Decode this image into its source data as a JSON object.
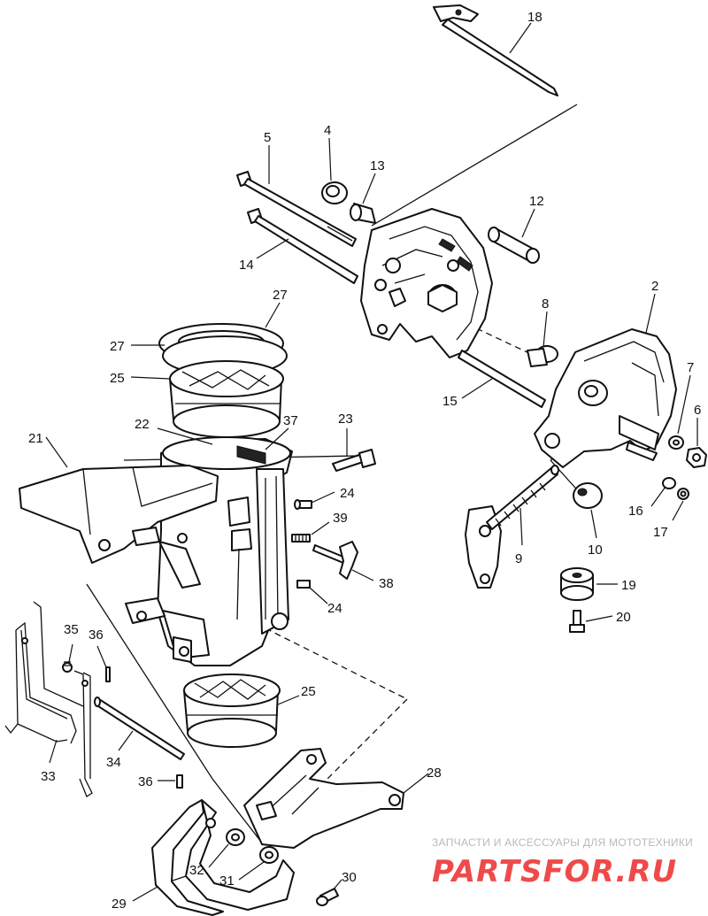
{
  "part_labels": [
    "18",
    "5",
    "4",
    "13",
    "12",
    "14",
    "27",
    "27",
    "25",
    "2",
    "8",
    "7",
    "6",
    "15",
    "23",
    "22",
    "37",
    "21",
    "24",
    "39",
    "16",
    "17",
    "9",
    "10",
    "19",
    "38",
    "24",
    "20",
    "35",
    "36",
    "25",
    "34",
    "33",
    "36",
    "28",
    "29",
    "32",
    "31",
    "30"
  ],
  "watermark": {
    "caption": "ЗАПЧАСТИ И АКСЕССУАРЫ ДЛЯ МОТОТЕХНИКИ",
    "logo": "PARTSFOR.RU",
    "logo_color": "#ef4a4a"
  }
}
